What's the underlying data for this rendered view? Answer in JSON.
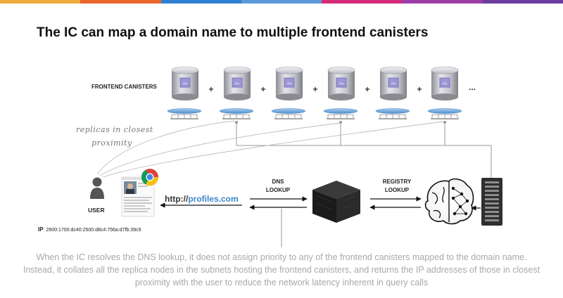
{
  "colors": {
    "topbar": [
      "#f2a93b",
      "#e9662c",
      "#2f7fd0",
      "#5b9ad8",
      "#d62b79",
      "#9b3ea8",
      "#6a3ea0"
    ],
    "accent": "#3a87c9",
    "network": "#6fa6d9"
  },
  "title": "The IC can map a domain name to multiple frontend canisters",
  "labels": {
    "frontend_canisters": "FRONTEND CANISTERS",
    "plus": "+",
    "ellipsis": "...",
    "canister_icon": "WA",
    "replicas_line1": "replicas in closest",
    "replicas_line2": "proximity",
    "user": "USER",
    "ip_label": "IP",
    "ip_value": "2600:1700:dc40:2500:d8c4:756a:d7fb:39c9",
    "url_prefix": "http://",
    "url_host": "profiles.com",
    "dns_line1": "DNS",
    "dns_line2": "LOOKUP",
    "registry_line1": "REGISTRY",
    "registry_line2": "LOOKUP"
  },
  "caption": "When the IC resolves the DNS lookup, it does not assign priority to any of the frontend canisters mapped to the domain name. Instead, it collates all the replica nodes in the subnets hosting the frontend canisters, and returns the IP addresses of those in closest proximity with the user to reduce the network latency inherent in query calls"
}
